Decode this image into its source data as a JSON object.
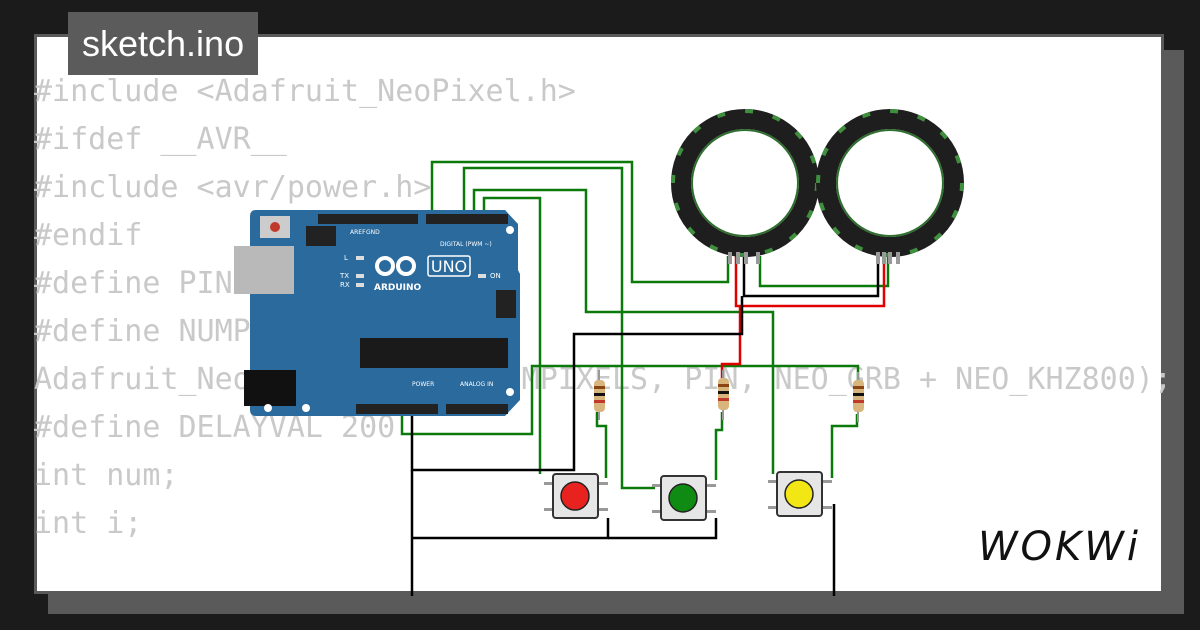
{
  "title": "sketch.ino",
  "brand": "WOKWi",
  "code_lines": [
    "#include <Adafruit_NeoPixel.h>",
    "#ifdef __AVR__",
    "#include <avr/power.h>",
    "#endif",
    "#define PIN 6",
    "#define NUMPIXELS 16",
    "Adafruit_NeoPixel pixels(NUMPIXELS, PIN, NEO_GRB + NEO_KHZ800);",
    "#define DELAYVAL 200",
    "int num;",
    "int i;"
  ],
  "board": {
    "uno_label": "UNO",
    "arduino_label": "ARDUINO",
    "digital_label": "DIGITAL (PWM ~)",
    "power_label": "POWER",
    "analog_label": "ANALOG IN",
    "tx_label": "TX",
    "rx_label": "RX",
    "l_label": "L",
    "on_label": "ON",
    "aref_label": "AREF",
    "gnd_label": "GND"
  },
  "buttons": [
    {
      "name": "red",
      "color": "#e8231f"
    },
    {
      "name": "green",
      "color": "#0f8a12"
    },
    {
      "name": "yellow",
      "color": "#f2e614"
    }
  ],
  "colors": {
    "board": "#2a6a9d",
    "wire_green": "#0b7a0b",
    "wire_red": "#e00000",
    "wire_black": "#000000",
    "ring": "#1e1e1e",
    "led": "#3f8f3f"
  }
}
